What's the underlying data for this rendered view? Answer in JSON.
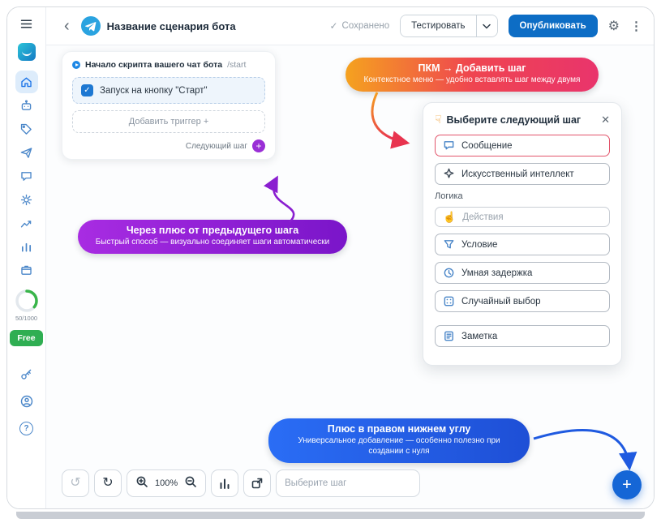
{
  "header": {
    "title": "Название сценария бота",
    "saved": "Сохранено",
    "test": "Тестировать",
    "publish": "Опубликовать"
  },
  "sidebar": {
    "usage": "50/1000",
    "plan": "Free"
  },
  "start_card": {
    "heading": "Начало скрипта вашего чат бота",
    "command": "/start",
    "trigger_label": "Запуск на кнопку \"Старт\"",
    "add_trigger": "Добавить триггер",
    "next_step": "Следующий шаг"
  },
  "tips": {
    "context": {
      "title": "ПКМ → Добавить шаг",
      "subtitle": "Контекстное меню — удобно вставлять шаг между двумя"
    },
    "plus_prev": {
      "title": "Через плюс от предыдущего шага",
      "subtitle": "Быстрый способ — визуально соединяет шаги автоматически"
    },
    "bottom_plus": {
      "title": "Плюс в правом нижнем углу",
      "subtitle": "Универсальное добавление — особенно полезно при создании с нуля"
    }
  },
  "popup": {
    "pointer": "☟",
    "title": "Выберите следующий шаг",
    "section": "Логика",
    "items": [
      {
        "label": "Сообщение",
        "icon": "message-icon",
        "highlighted": true
      },
      {
        "label": "Искусственный интеллект",
        "icon": "ai-icon"
      },
      {
        "label": "Действия",
        "icon": "actions-icon",
        "muted": true
      },
      {
        "label": "Условие",
        "icon": "condition-icon"
      },
      {
        "label": "Умная задержка",
        "icon": "smart-delay-icon"
      },
      {
        "label": "Случайный выбор",
        "icon": "random-choice-icon"
      },
      {
        "label": "Заметка",
        "icon": "note-icon"
      }
    ]
  },
  "toolbar": {
    "zoom": "100%",
    "search_placeholder": "Выберите шаг"
  },
  "colors": {
    "publish_button": "#0d6dc5",
    "free_badge": "#2fae52",
    "fab_blue": "#1566d6",
    "sidebar_icon_blue": "#4b87c9",
    "highlight_item_border": "#e2556b",
    "tip_orange_gradient": [
      "#f5a21f",
      "#e9346c"
    ],
    "tip_purple_gradient": [
      "#a82ce2",
      "#7a15c9"
    ],
    "tip_blue_gradient": [
      "#2a6df5",
      "#1e4fd6"
    ]
  }
}
